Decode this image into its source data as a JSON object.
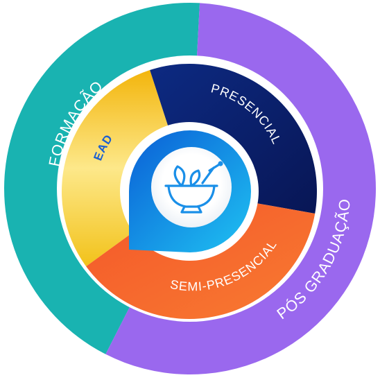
{
  "diagram": {
    "outer_ring": [
      {
        "label": "FORMAÇÃO",
        "color": "#19b3b1"
      },
      {
        "label": "PÓS GRADUAÇÃO",
        "color": "#9a68ee"
      }
    ],
    "inner_ring": [
      {
        "label": "EAD",
        "color": "#f7cf1d"
      },
      {
        "label": "PRESENCIAL",
        "color": "#0c1f6b"
      },
      {
        "label": "SEMI-PRESENCIAL",
        "color": "#f6652b"
      }
    ],
    "center": {
      "icon": "mortar-pestle-icon",
      "accent": "#1a8fe8"
    }
  }
}
